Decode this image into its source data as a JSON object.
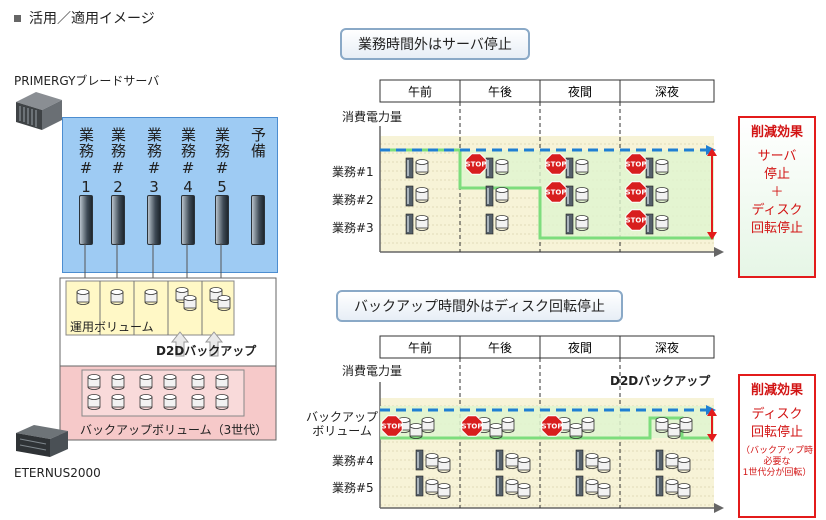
{
  "heading": "活用／適用イメージ",
  "left": {
    "server_title": "PRIMERGYブレードサーバ",
    "slots": [
      "業務#1",
      "業務#2",
      "業務#3",
      "業務#4",
      "業務#5",
      "予備"
    ],
    "ops_volume_label": "運用ボリューム",
    "d2d_label": "D2Dバックアップ",
    "backup_volume_label": "バックアップボリューム（3世代）",
    "storage_title": "ETERNUS2000"
  },
  "top_chart": {
    "title": "業務時間外はサーバ停止",
    "periods": [
      "午前",
      "午後",
      "夜間",
      "深夜"
    ],
    "y_label": "消費電力量",
    "rows": [
      "業務#1",
      "業務#2",
      "業務#3"
    ],
    "stop_sign": "STOP",
    "effect_head": "削減効果",
    "effect_lines": [
      "サーバ",
      "停止",
      "＋",
      "ディスク",
      "回転停止"
    ]
  },
  "bottom_chart": {
    "title": "バックアップ時間外はディスク回転停止",
    "periods": [
      "午前",
      "午後",
      "夜間",
      "深夜"
    ],
    "y_label": "消費電力量",
    "d2d_label": "D2Dバックアップ",
    "rows": [
      "バックアップ\nボリューム",
      "業務#4",
      "業務#5"
    ],
    "stop_sign": "STOP",
    "effect_head": "削減効果",
    "effect_lines": [
      "ディスク",
      "回転停止"
    ],
    "effect_note": [
      "（バックアップ時",
      "必要な",
      "1世代分が回転）"
    ]
  },
  "colors": {
    "accent_red": "#e31b1b",
    "blue_panel": "#9ecbf3",
    "pink": "#f6c9c9",
    "green": "#7ddd7d",
    "blue_dash": "#1f7fd3"
  }
}
